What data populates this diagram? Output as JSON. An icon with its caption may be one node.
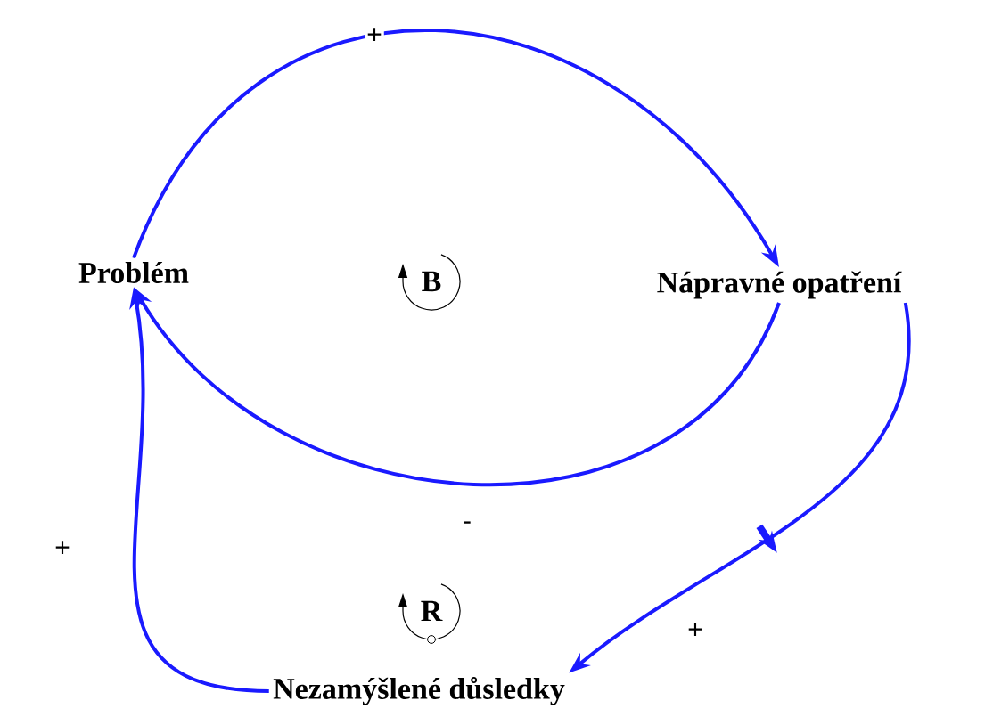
{
  "diagram": {
    "nodes": [
      {
        "text": [
          "Problém"
        ]
      },
      {
        "text": [
          "Nápravné opatření"
        ]
      },
      {
        "text": [
          "Nezamýšlené důsledky"
        ]
      }
    ],
    "edges": [
      {
        "from": 0,
        "to": 1,
        "arrow": "to",
        "label": "+"
      },
      {
        "from": 1,
        "to": 0,
        "arrow": "to",
        "label": "-"
      },
      {
        "from": 1,
        "to": 2,
        "arrow": "to",
        "label": "+"
      },
      {
        "from": 2,
        "to": 0,
        "arrow": "to",
        "label": "+"
      }
    ],
    "labels": [
      "B",
      "R"
    ]
  }
}
